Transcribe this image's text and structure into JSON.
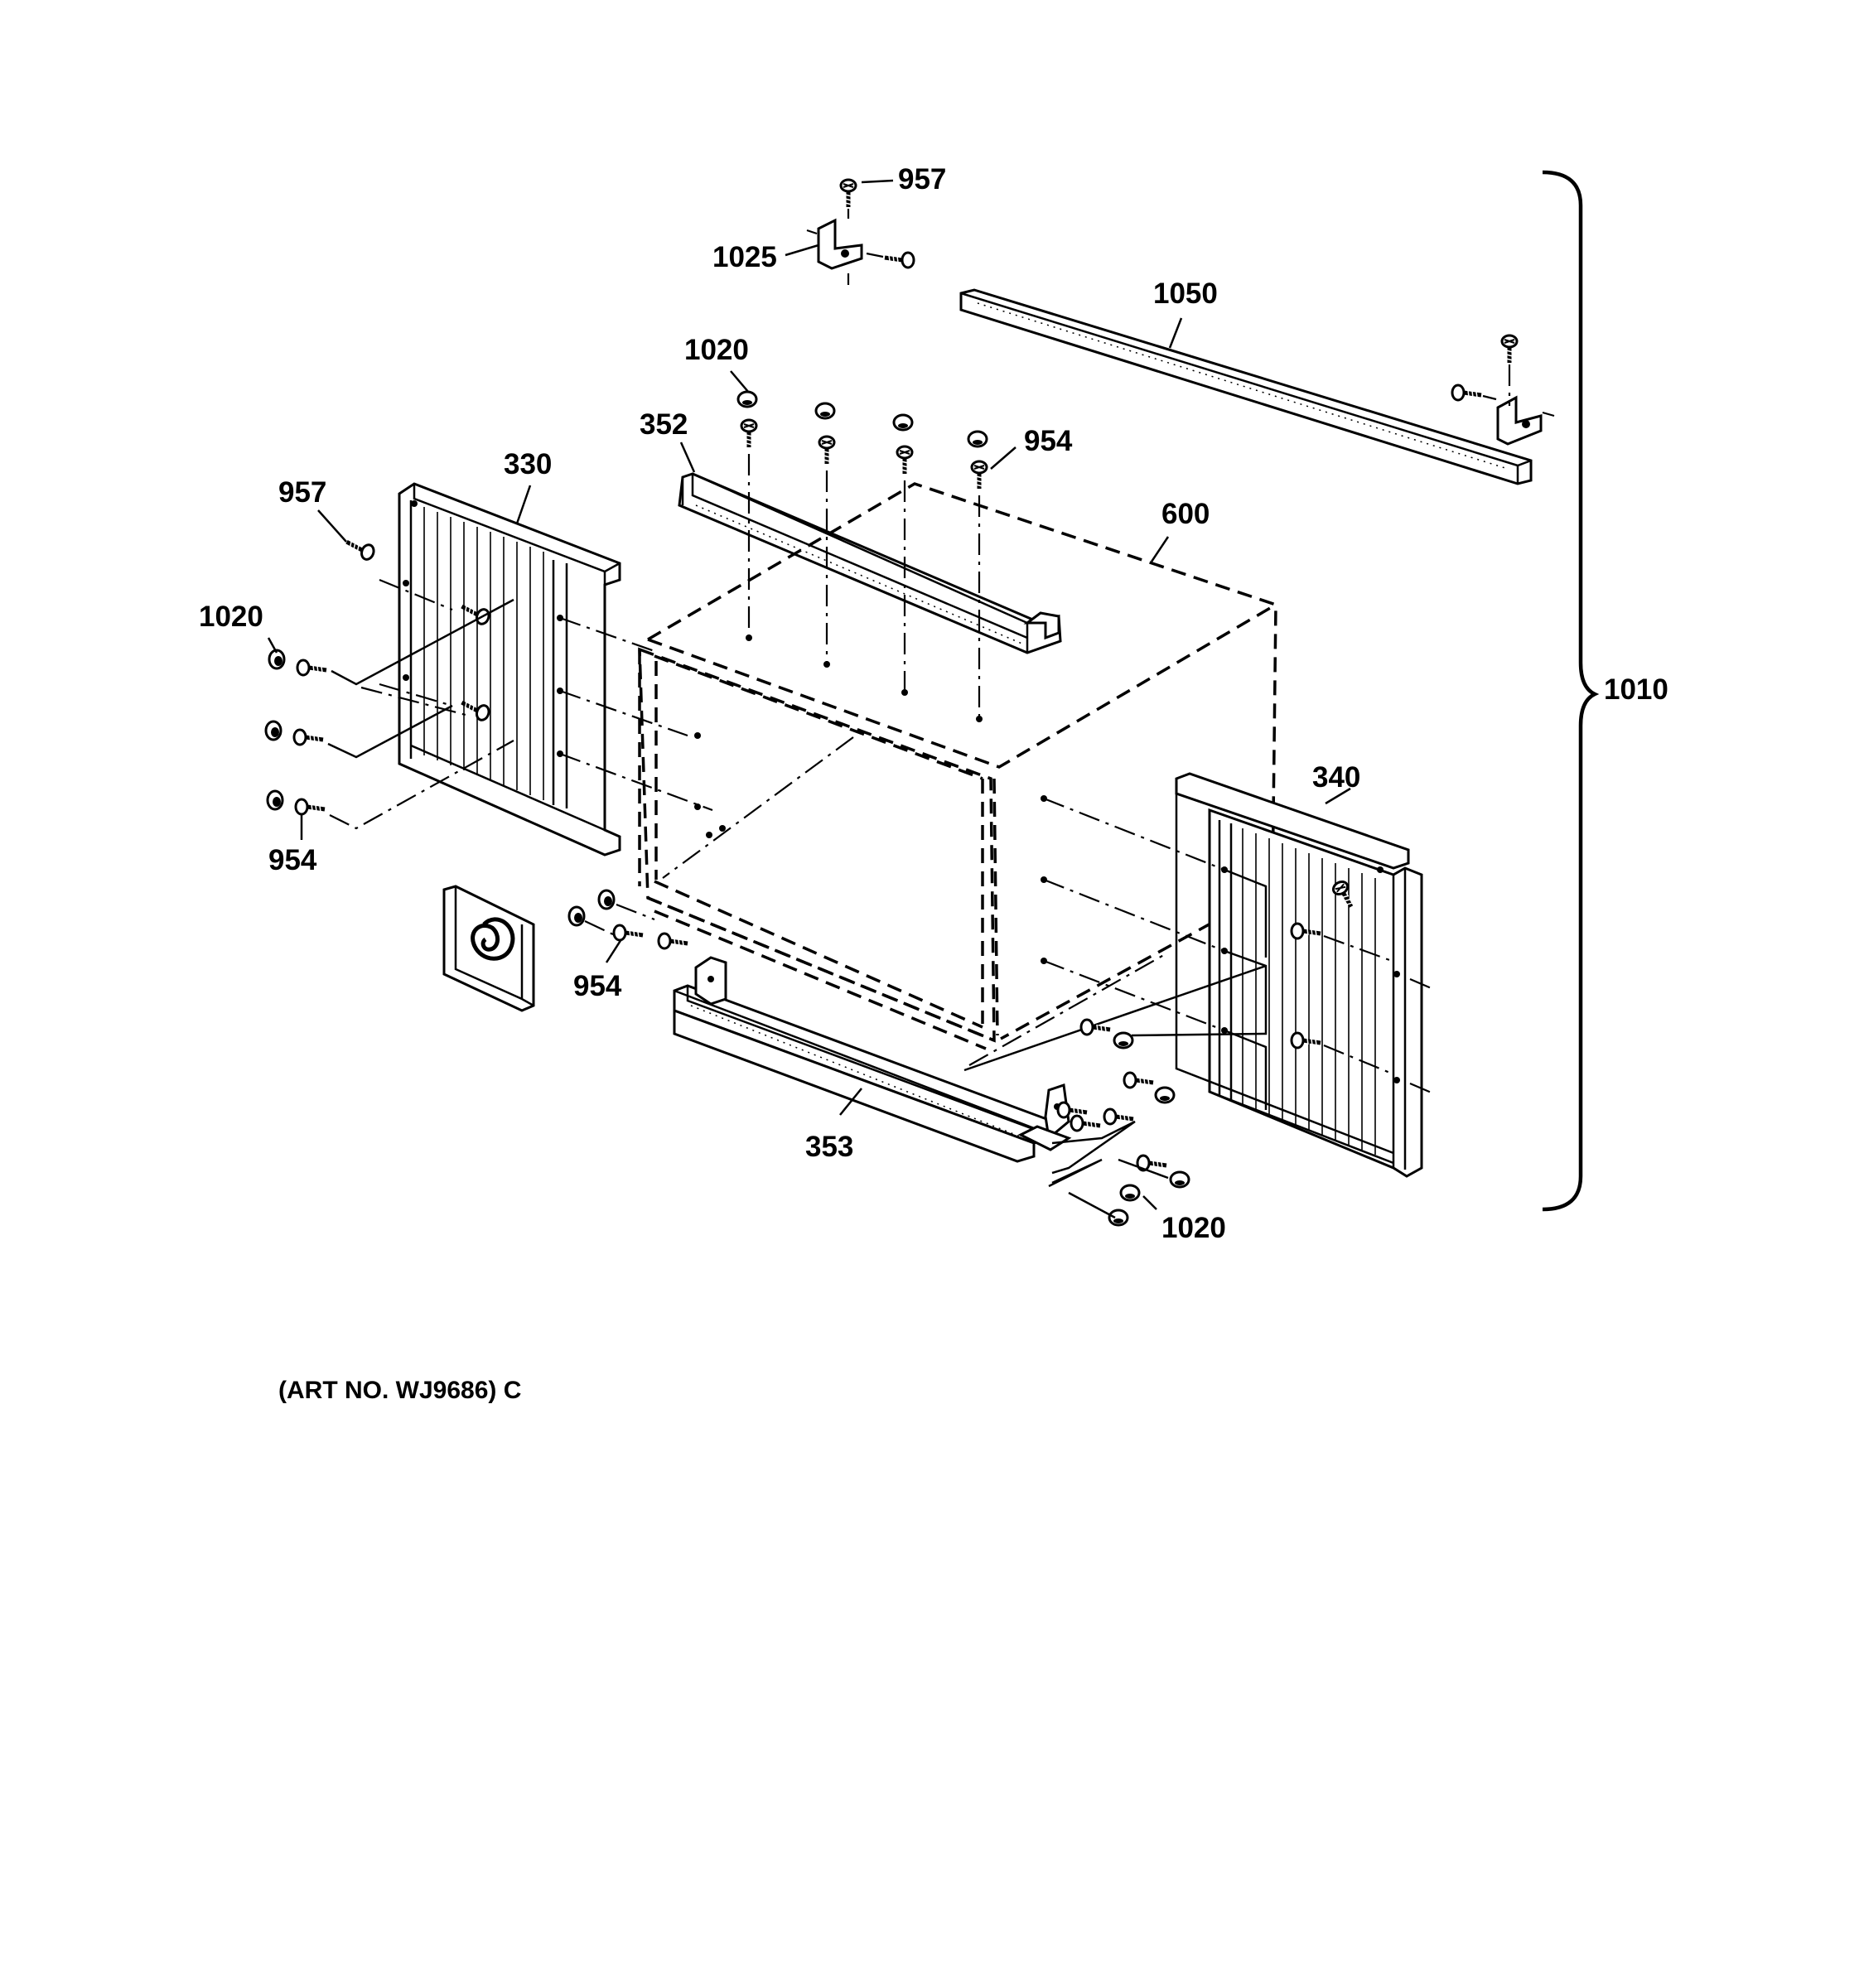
{
  "diagram": {
    "art_number": "(ART NO. WJ9686) C",
    "callouts": {
      "c957_top": "957",
      "c1025": "1025",
      "c1050": "1050",
      "c1020_top": "1020",
      "c352": "352",
      "c954_top": "954",
      "c330": "330",
      "c957_left": "957",
      "c600": "600",
      "c1010": "1010",
      "c1020_left": "1020",
      "c954_left": "954",
      "c340": "340",
      "c954_mid": "954",
      "c353": "353",
      "c1020_bottom": "1020"
    }
  }
}
